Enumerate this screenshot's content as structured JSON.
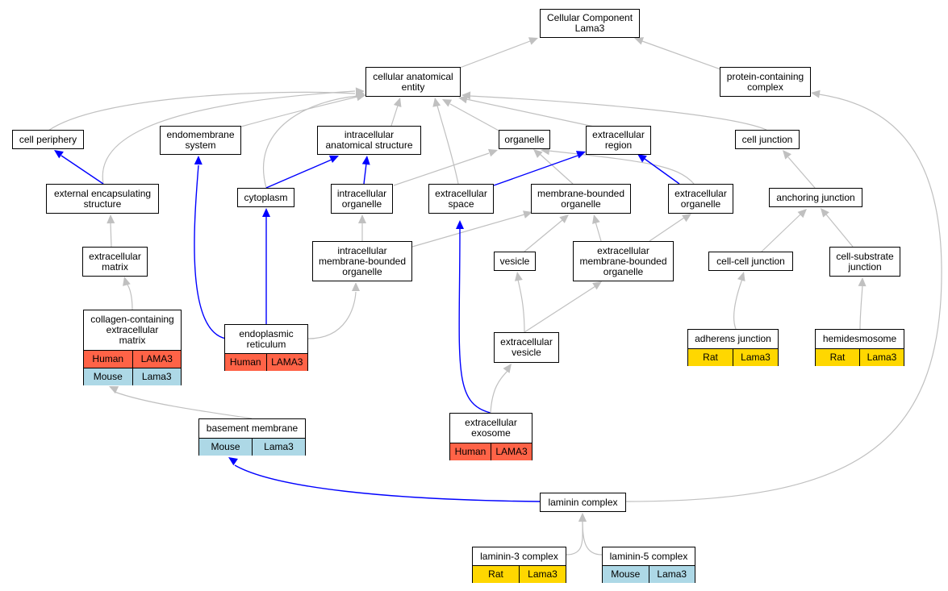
{
  "colors": {
    "is_a_edge": "#c0c0c0",
    "part_of_edge": "#0000ff",
    "human": "#ff6347",
    "mouse": "#add8e6",
    "rat": "#ffd700"
  },
  "nodes": {
    "root": "Cellular Component\nLama3",
    "cellular_anatomical_entity": "cellular anatomical\nentity",
    "protein_containing_complex": "protein-containing\ncomplex",
    "cell_periphery": "cell periphery",
    "endomembrane_system": "endomembrane\nsystem",
    "intracellular_anatomical_structure": "intracellular\nanatomical structure",
    "organelle": "organelle",
    "extracellular_region": "extracellular\nregion",
    "cell_junction": "cell junction",
    "external_encapsulating_structure": "external encapsulating\nstructure",
    "cytoplasm": "cytoplasm",
    "intracellular_organelle": "intracellular\norganelle",
    "extracellular_space": "extracellular\nspace",
    "membrane_bounded_organelle": "membrane-bounded\norganelle",
    "extracellular_organelle": "extracellular\norganelle",
    "anchoring_junction": "anchoring junction",
    "extracellular_matrix": "extracellular\nmatrix",
    "intracellular_membrane_bounded_organelle": "intracellular\nmembrane-bounded\norganelle",
    "vesicle": "vesicle",
    "extracellular_membrane_bounded_organelle": "extracellular\nmembrane-bounded\norganelle",
    "cell_cell_junction": "cell-cell junction",
    "cell_substrate_junction": "cell-substrate\njunction",
    "collagen_containing_extracellular_matrix": "collagen-containing\nextracellular\nmatrix",
    "endoplasmic_reticulum": "endoplasmic\nreticulum",
    "extracellular_vesicle": "extracellular\nvesicle",
    "adherens_junction": "adherens junction",
    "hemidesmosome": "hemidesmosome",
    "basement_membrane": "basement membrane",
    "extracellular_exosome": "extracellular\nexosome",
    "laminin_complex": "laminin complex",
    "laminin_3_complex": "laminin-3 complex",
    "laminin_5_complex": "laminin-5 complex"
  },
  "annotations": {
    "collagen_human": [
      "Human",
      "LAMA3"
    ],
    "collagen_mouse": [
      "Mouse",
      "Lama3"
    ],
    "er_human": [
      "Human",
      "LAMA3"
    ],
    "adherens_rat": [
      "Rat",
      "Lama3"
    ],
    "hemidesmosome_rat": [
      "Rat",
      "Lama3"
    ],
    "basement_mouse": [
      "Mouse",
      "Lama3"
    ],
    "exosome_human": [
      "Human",
      "LAMA3"
    ],
    "laminin3_rat": [
      "Rat",
      "Lama3"
    ],
    "laminin5_mouse": [
      "Mouse",
      "Lama3"
    ]
  }
}
